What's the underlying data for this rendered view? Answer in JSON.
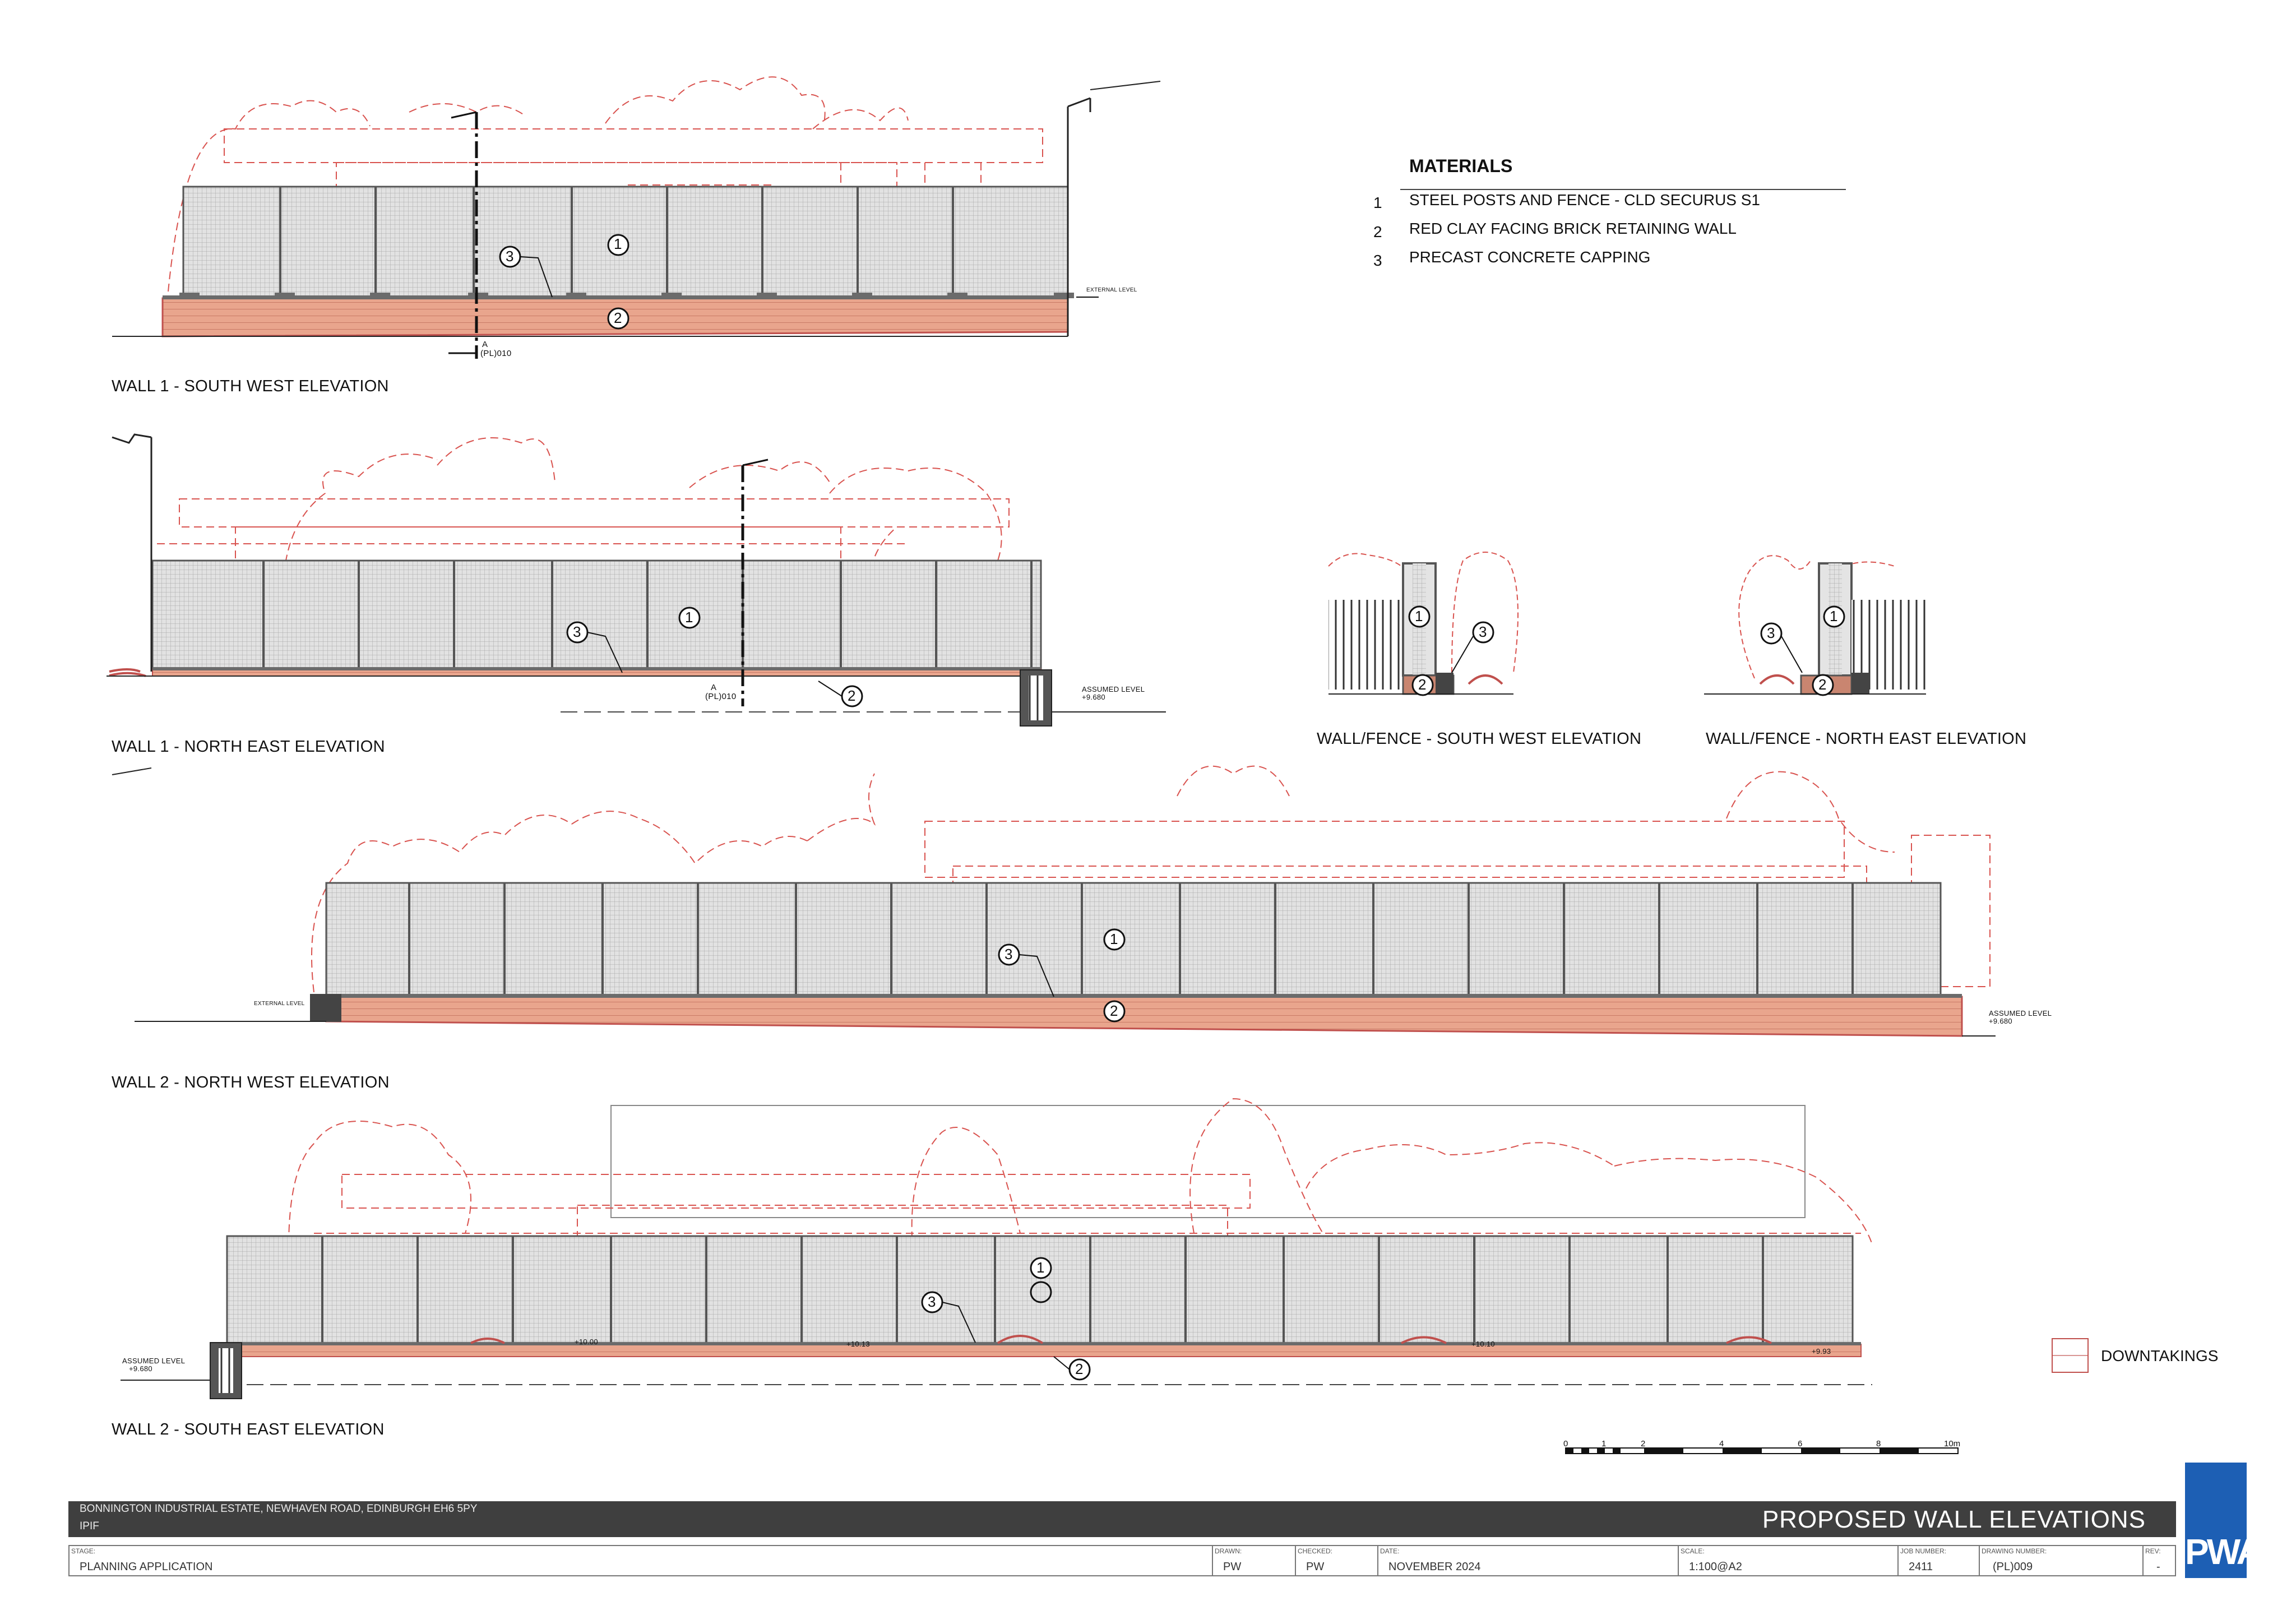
{
  "materials": {
    "title": "MATERIALS",
    "items": [
      {
        "num": "1",
        "text": "STEEL POSTS AND FENCE - CLD SECURUS S1"
      },
      {
        "num": "2",
        "text": "RED CLAY FACING BRICK RETAINING WALL"
      },
      {
        "num": "3",
        "text": "PRECAST CONCRETE CAPPING"
      }
    ]
  },
  "elevations": {
    "wall1_sw": "WALL 1 - SOUTH WEST ELEVATION",
    "wall1_ne": "WALL 1 - NORTH EAST ELEVATION",
    "wall2_nw": "WALL 2 - NORTH WEST ELEVATION",
    "wall2_se": "WALL 2 - SOUTH EAST ELEVATION",
    "fence_sw": "WALL/FENCE - SOUTH WEST ELEVATION",
    "fence_ne": "WALL/FENCE - NORTH EAST ELEVATION"
  },
  "annotations": {
    "tag_1": "1",
    "tag_2": "2",
    "tag_3": "3",
    "section_ref_a": "A",
    "section_ref_sheet": "(PL)010",
    "external_level": "EXTERNAL LEVEL",
    "assumed_level": "ASSUMED LEVEL",
    "assumed_level_value": "+9.680",
    "level_1": "+10.00",
    "level_2": "+10.13",
    "level_3": "+10.10",
    "level_4": "+9.93"
  },
  "legend": {
    "downtakings": "DOWNTAKINGS"
  },
  "scale_bar": {
    "ticks": [
      "0",
      "1",
      "2",
      "4",
      "6",
      "8",
      "10m"
    ]
  },
  "title_block": {
    "address": "BONNINGTON INDUSTRIAL ESTATE, NEWHAVEN ROAD, EDINBURGH EH6 5PY",
    "client": "IPIF",
    "drawing_title": "PROPOSED WALL ELEVATIONS",
    "stage_label": "STAGE:",
    "stage": "PLANNING APPLICATION",
    "drawn_label": "DRAWN:",
    "drawn": "PW",
    "checked_label": "CHECKED:",
    "checked": "PW",
    "date_label": "DATE:",
    "date": "NOVEMBER 2024",
    "scale_label": "SCALE:",
    "scale": "1:100@A2",
    "job_label": "JOB NUMBER:",
    "job": "2411",
    "drawing_no_label": "DRAWING NUMBER:",
    "drawing_no": "(PL)009",
    "rev_label": "REV:",
    "rev": "-",
    "logo": "PWA"
  },
  "colors": {
    "brick": "#e8a48c",
    "brick_line": "#c0504d",
    "mesh": "#d4d4d4",
    "post": "#555555",
    "downtakings": "#d9534f",
    "title_bar": "#3f3f3f",
    "logo_blue": "#1d5fb4"
  }
}
